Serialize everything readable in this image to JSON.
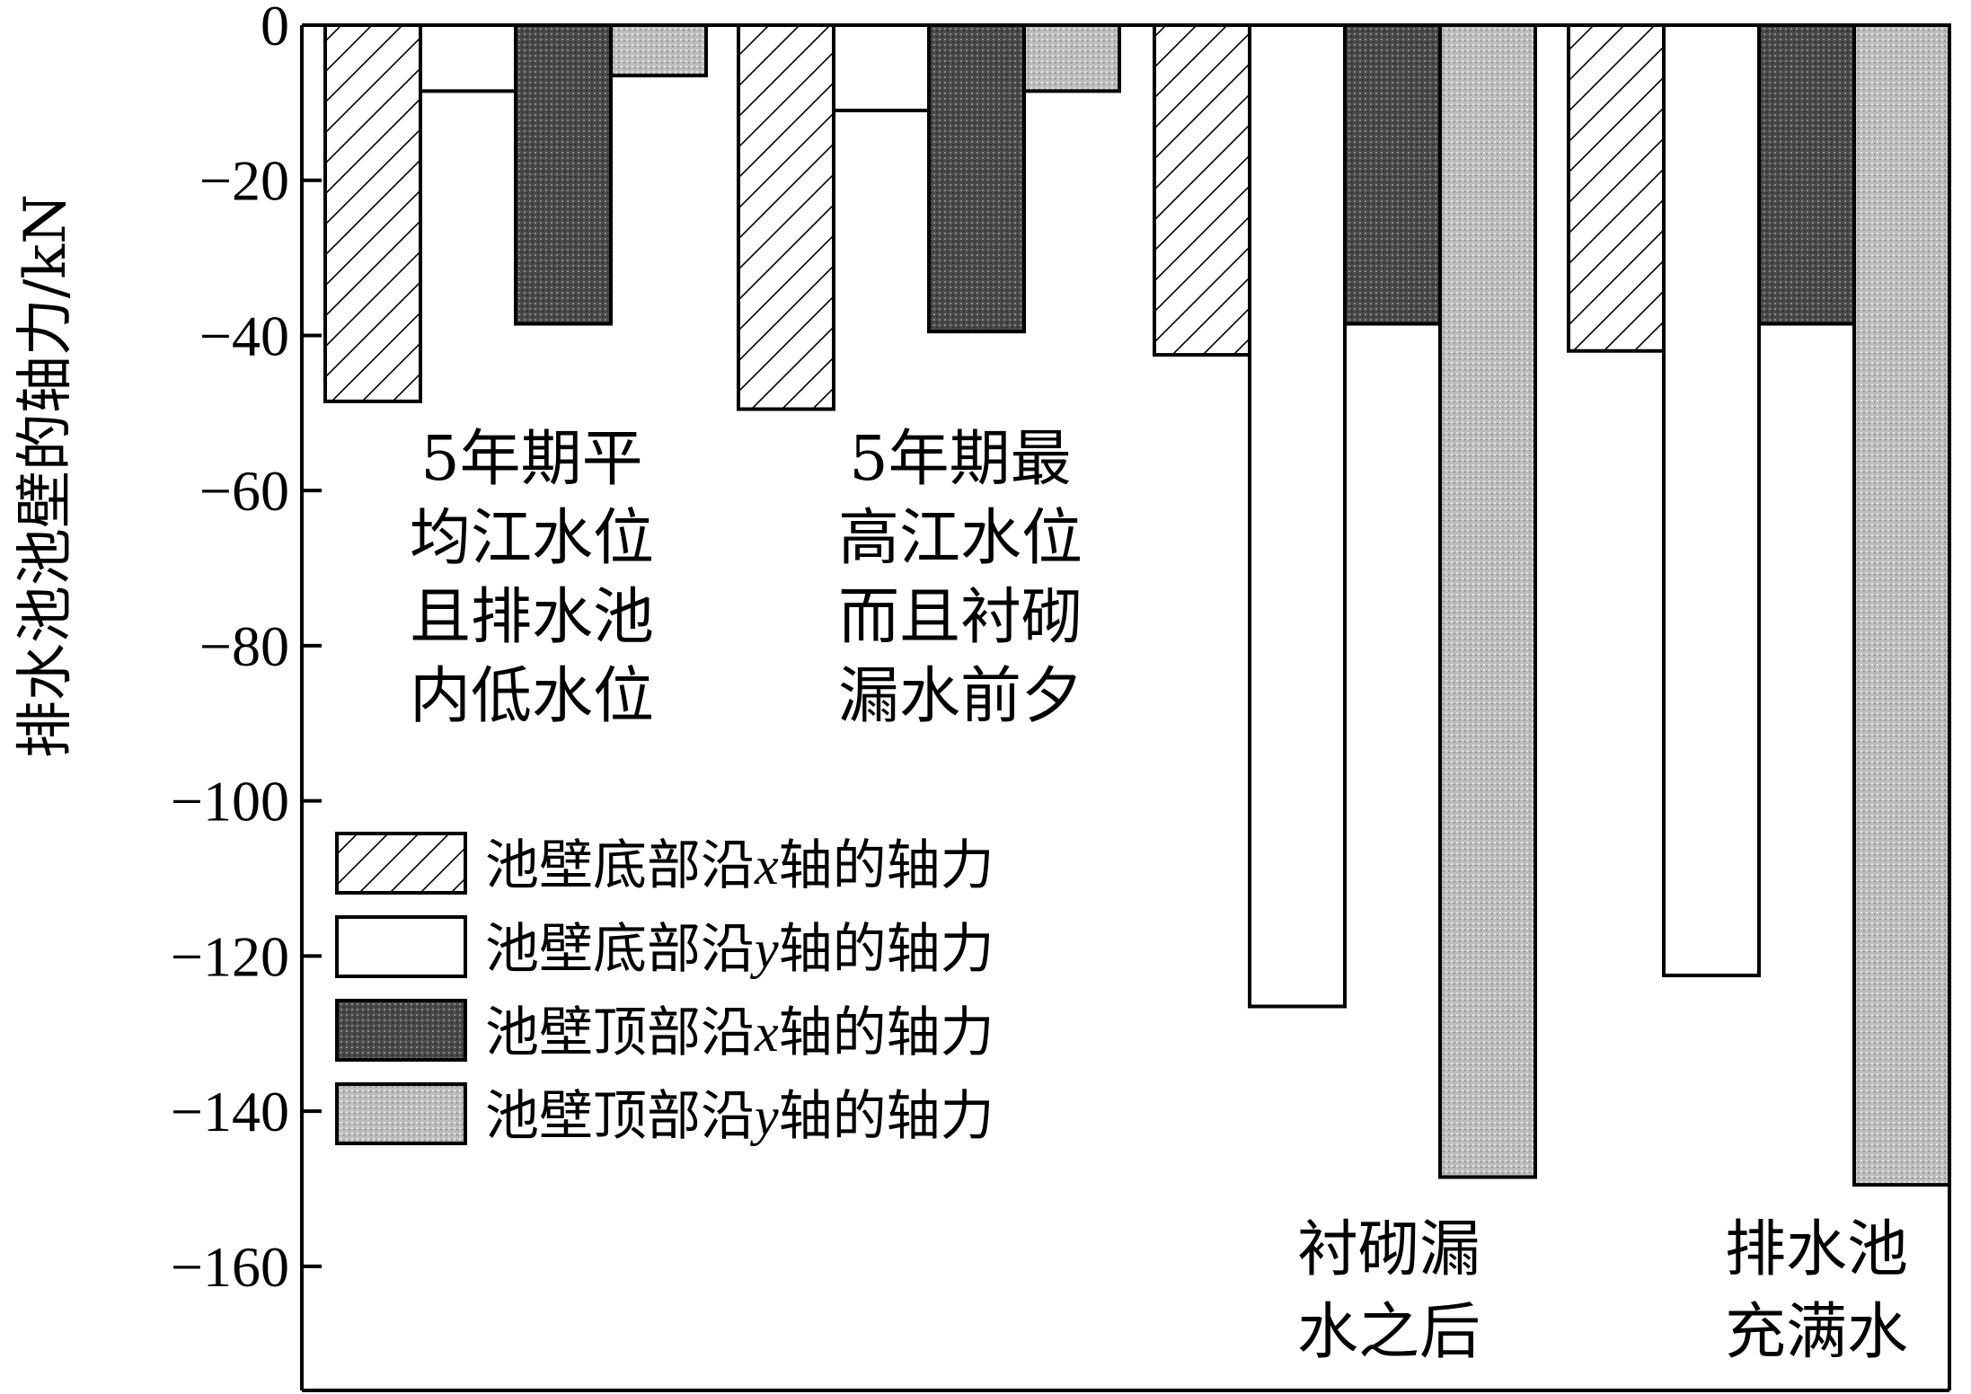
{
  "chart_data": {
    "type": "bar",
    "ylabel": "排水池池壁的轴力/kN",
    "ylim": [
      -176,
      0
    ],
    "yticks": [
      0,
      -20,
      -40,
      -60,
      -80,
      -100,
      -120,
      -140,
      -160
    ],
    "ytick_labels": [
      "0",
      "−20",
      "−40",
      "−60",
      "−80",
      "−100",
      "−120",
      "−140",
      "−160"
    ],
    "grid": false,
    "legend_position": "lower-left",
    "categories": [
      [
        "5年期平",
        "均江水位",
        "且排水池",
        "内低水位"
      ],
      [
        "5年期最",
        "高江水位",
        "而且衬砌",
        "漏水前夕"
      ],
      [
        "衬砌漏",
        "水之后"
      ],
      [
        "排水池",
        "充满水"
      ]
    ],
    "series": [
      {
        "name_prefix": "池壁底部沿",
        "name_var": "x",
        "name_suffix": "轴的轴力",
        "pattern": "hatch",
        "values": [
          -48.5,
          -49.5,
          -42.5,
          -42.0
        ]
      },
      {
        "name_prefix": "池壁底部沿",
        "name_var": "y",
        "name_suffix": "轴的轴力",
        "pattern": "white",
        "values": [
          -8.5,
          -11.0,
          -126.5,
          -122.5
        ]
      },
      {
        "name_prefix": "池壁顶部沿",
        "name_var": "x",
        "name_suffix": "轴的轴力",
        "pattern": "dark",
        "values": [
          -38.5,
          -39.5,
          -38.5,
          -38.5
        ]
      },
      {
        "name_prefix": "池壁顶部沿",
        "name_var": "y",
        "name_suffix": "轴的轴力",
        "pattern": "light",
        "values": [
          -6.5,
          -8.5,
          -148.5,
          -149.5
        ]
      }
    ]
  }
}
